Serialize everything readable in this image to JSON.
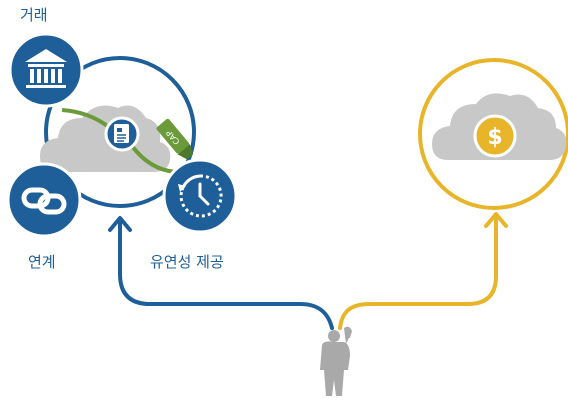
{
  "labels": {
    "trade": "거래",
    "linkage": "연계",
    "flexibility": "유연성 제공"
  },
  "badge": {
    "cap": "CAP",
    "currency": "$"
  },
  "colors": {
    "blue": "#1f5f99",
    "yellow": "#e8b52a",
    "green": "#6a9a3a",
    "cloud": "#c8c8c8",
    "person": "#a9a9a9",
    "white": "#ffffff"
  },
  "icons": {
    "trade": "bank-icon",
    "linkage": "chain-link-icon",
    "flexibility": "clock-refresh-icon",
    "document": "document-icon",
    "cap_marker": "highlighter-icon",
    "money": "dollar-cloud-icon",
    "user": "person-icon"
  }
}
